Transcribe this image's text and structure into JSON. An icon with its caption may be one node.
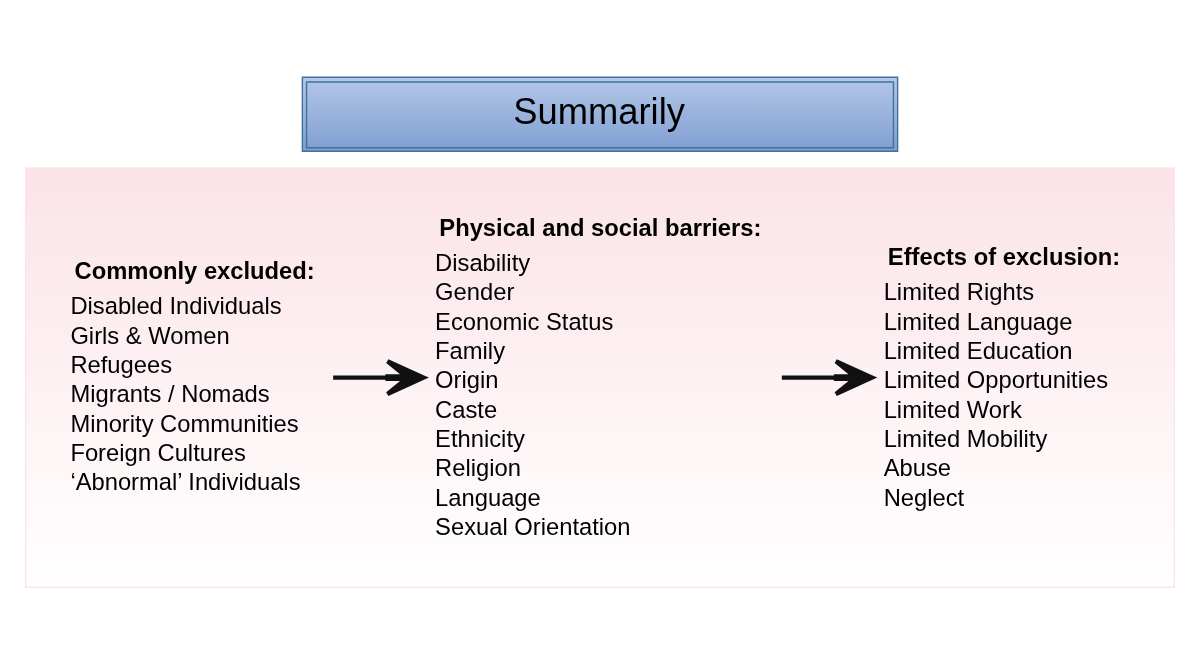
{
  "diagram": {
    "title": "Summarily",
    "nodes": [
      {
        "text": [],
        "shape": "box"
      },
      {
        "text": [
          "Commonly excluded:",
          "Disabled Individuals",
          "Girls & Women",
          "Refugees",
          "Migrants / Nomads",
          "Minority Communities",
          "Foreign Cultures",
          "‘Abnormal’ Individuals"
        ],
        "in": 0
      },
      {
        "text": [
          "Physical and social barriers:",
          "Disability",
          "Gender",
          "Economic Status",
          "Family",
          "Origin",
          "Caste",
          "Ethnicity",
          "Religion",
          "Language",
          "Sexual Orientation"
        ],
        "in": 0
      },
      {
        "text": [
          "Effects of exclusion:",
          "Limited Rights",
          "Limited Language",
          "Limited Education",
          "Limited Opportunities",
          "Limited Work",
          "Limited Mobility",
          "Abuse",
          "Neglect"
        ],
        "in": 0
      }
    ],
    "edges": [
      {
        "from": 1,
        "to": 2,
        "arrow": "to"
      },
      {
        "from": 2,
        "to": 3,
        "arrow": "to"
      }
    ]
  }
}
